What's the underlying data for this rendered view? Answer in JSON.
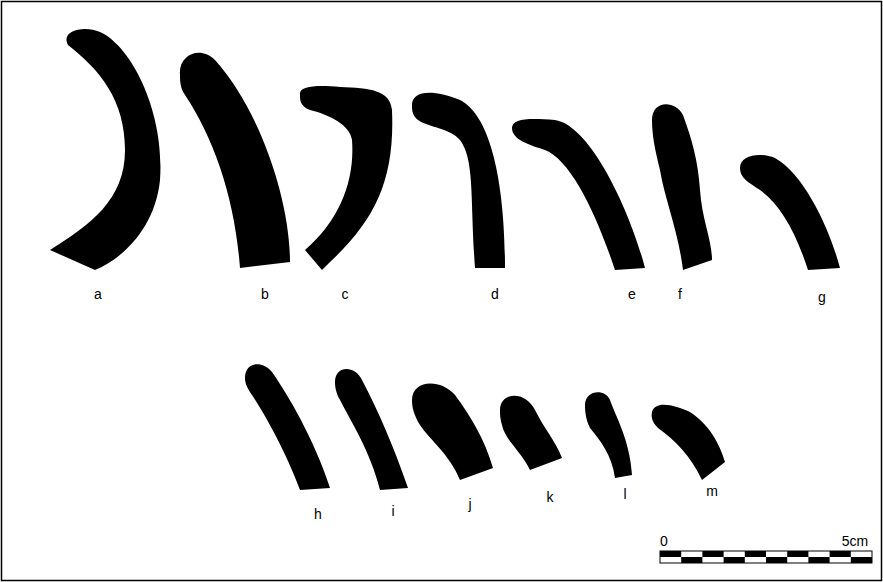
{
  "diagram": {
    "labels": [
      "a",
      "b",
      "c",
      "d",
      "e",
      "f",
      "g",
      "h",
      "i",
      "j",
      "k",
      "l",
      "m",
      "0",
      "5cm"
    ]
  }
}
